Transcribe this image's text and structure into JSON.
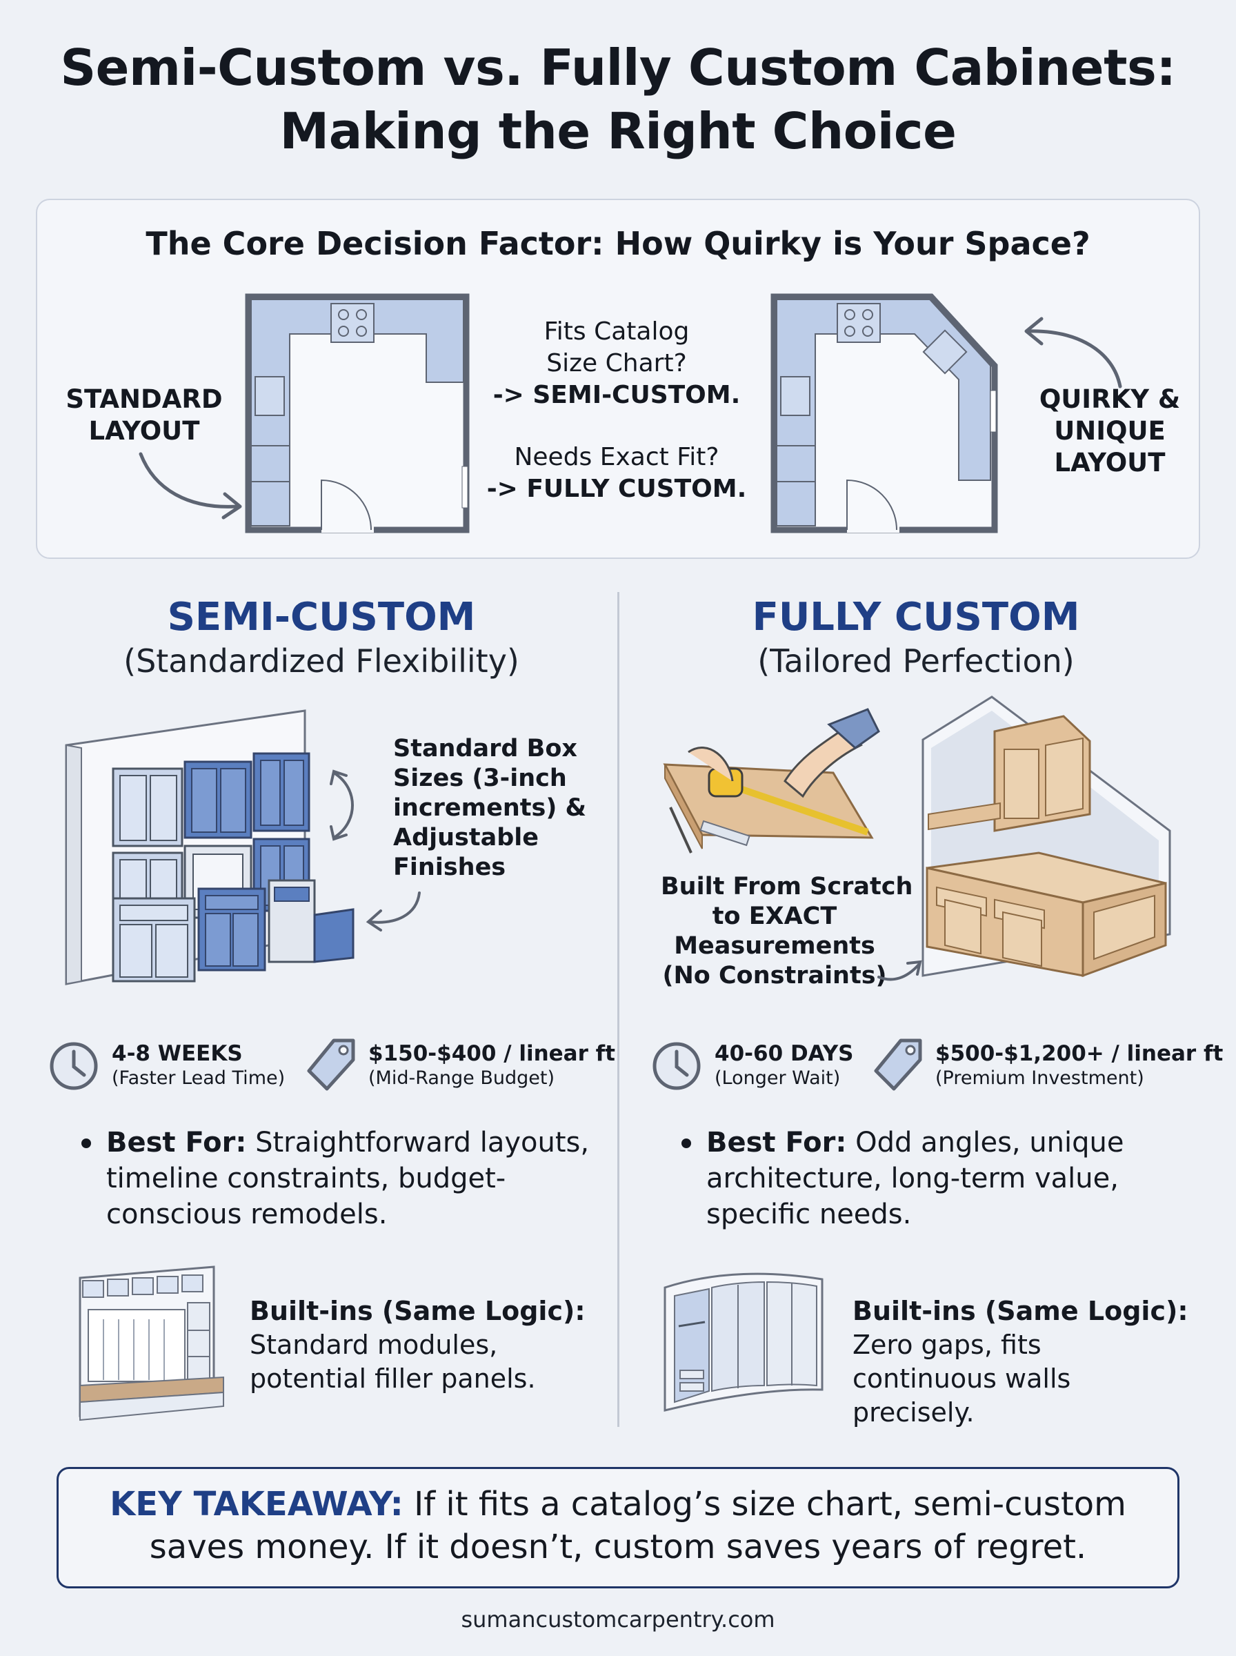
{
  "title": {
    "line1": "Semi-Custom vs. Fully Custom Cabinets:",
    "line2": "Making the Right Choice"
  },
  "core": {
    "heading": "The Core Decision Factor: How Quirky is Your Space?",
    "left_label": [
      "STANDARD",
      "LAYOUT"
    ],
    "right_label": [
      "QUIRKY &",
      "UNIQUE",
      "LAYOUT"
    ],
    "q1": [
      "Fits Catalog",
      "Size Chart?"
    ],
    "a1": "-> SEMI-CUSTOM.",
    "q2": "Needs Exact Fit?",
    "a2": "-> FULLY CUSTOM."
  },
  "semi": {
    "heading": "SEMI-CUSTOM",
    "sub": "(Standardized Flexibility)",
    "callout": [
      "Standard Box",
      "Sizes (3-inch",
      "increments) &",
      "Adjustable",
      "Finishes"
    ],
    "time_main": "4-8 WEEKS",
    "time_sub": "(Faster Lead Time)",
    "price_main": "$150-$400 / linear ft",
    "price_sub": "(Mid-Range Budget)",
    "best_label": "Best For:",
    "best_lines": [
      " Straightforward layouts,",
      "timeline constraints, budget-",
      "conscious remodels."
    ],
    "builtin_title": "Built-ins (Same Logic):",
    "builtin_lines": [
      "Standard modules,",
      "potential filler panels."
    ]
  },
  "custom": {
    "heading": "FULLY CUSTOM",
    "sub": "(Tailored Perfection)",
    "callout": [
      "Built From Scratch",
      "to EXACT",
      "Measurements",
      "(No Constraints)"
    ],
    "time_main": "40-60 DAYS",
    "time_sub": "(Longer Wait)",
    "price_main": "$500-$1,200+ / linear ft",
    "price_sub": "(Premium Investment)",
    "best_label": "Best For:",
    "best_lines": [
      " Odd angles, unique",
      "architecture, long-term value,",
      "specific needs."
    ],
    "builtin_title": "Built-ins (Same Logic):",
    "builtin_lines": [
      "Zero gaps, fits",
      "continuous walls",
      "precisely."
    ]
  },
  "takeaway": {
    "label": "KEY TAKEAWAY:",
    "line1_rest": " If it fits a catalog’s size chart, semi-custom",
    "line2": "saves money. If it doesn’t, custom saves years of regret."
  },
  "footer": "sumancustomcarpentry.com",
  "colors": {
    "accent": "#1f3f86",
    "cabinet_blue": "#b9c9e6",
    "cabinet_dark": "#5478b8",
    "wood": "#e2c19a"
  }
}
